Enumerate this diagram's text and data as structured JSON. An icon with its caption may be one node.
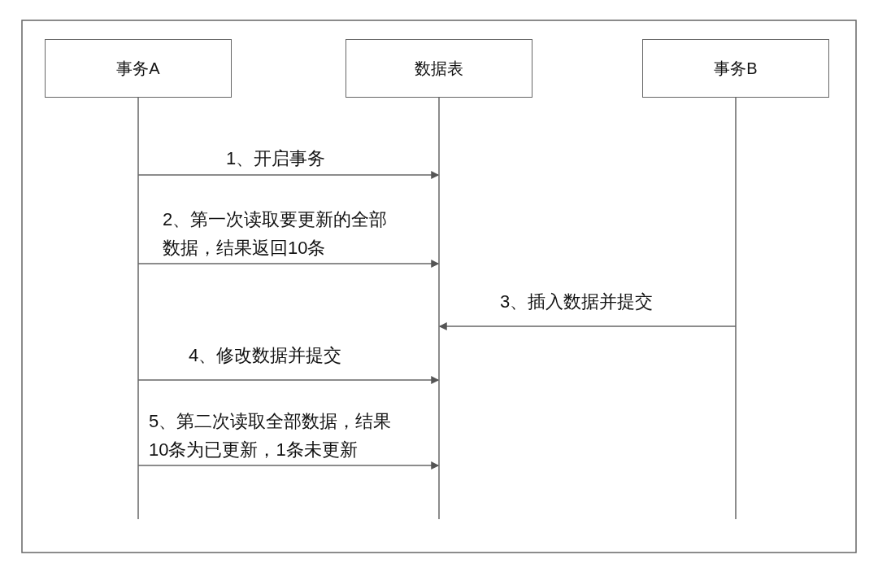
{
  "diagram": {
    "nodes": [
      {
        "text": [
          "事务A"
        ]
      },
      {
        "text": [
          "数据表"
        ]
      },
      {
        "text": [
          "事务B"
        ]
      }
    ],
    "edges": [
      {
        "from": 0,
        "to": 1,
        "arrow": "to",
        "label": "1、开启事务"
      },
      {
        "from": 0,
        "to": 1,
        "arrow": "to",
        "label": "2、第一次读取要更新的全部数据，结果返回10条"
      },
      {
        "from": 2,
        "to": 1,
        "arrow": "to",
        "label": "3、插入数据并提交"
      },
      {
        "from": 0,
        "to": 1,
        "arrow": "to",
        "label": "4、修改数据并提交"
      },
      {
        "from": 0,
        "to": 1,
        "arrow": "to",
        "label": "5、第二次读取全部数据，结果10条为已更新，1条未更新"
      }
    ]
  }
}
